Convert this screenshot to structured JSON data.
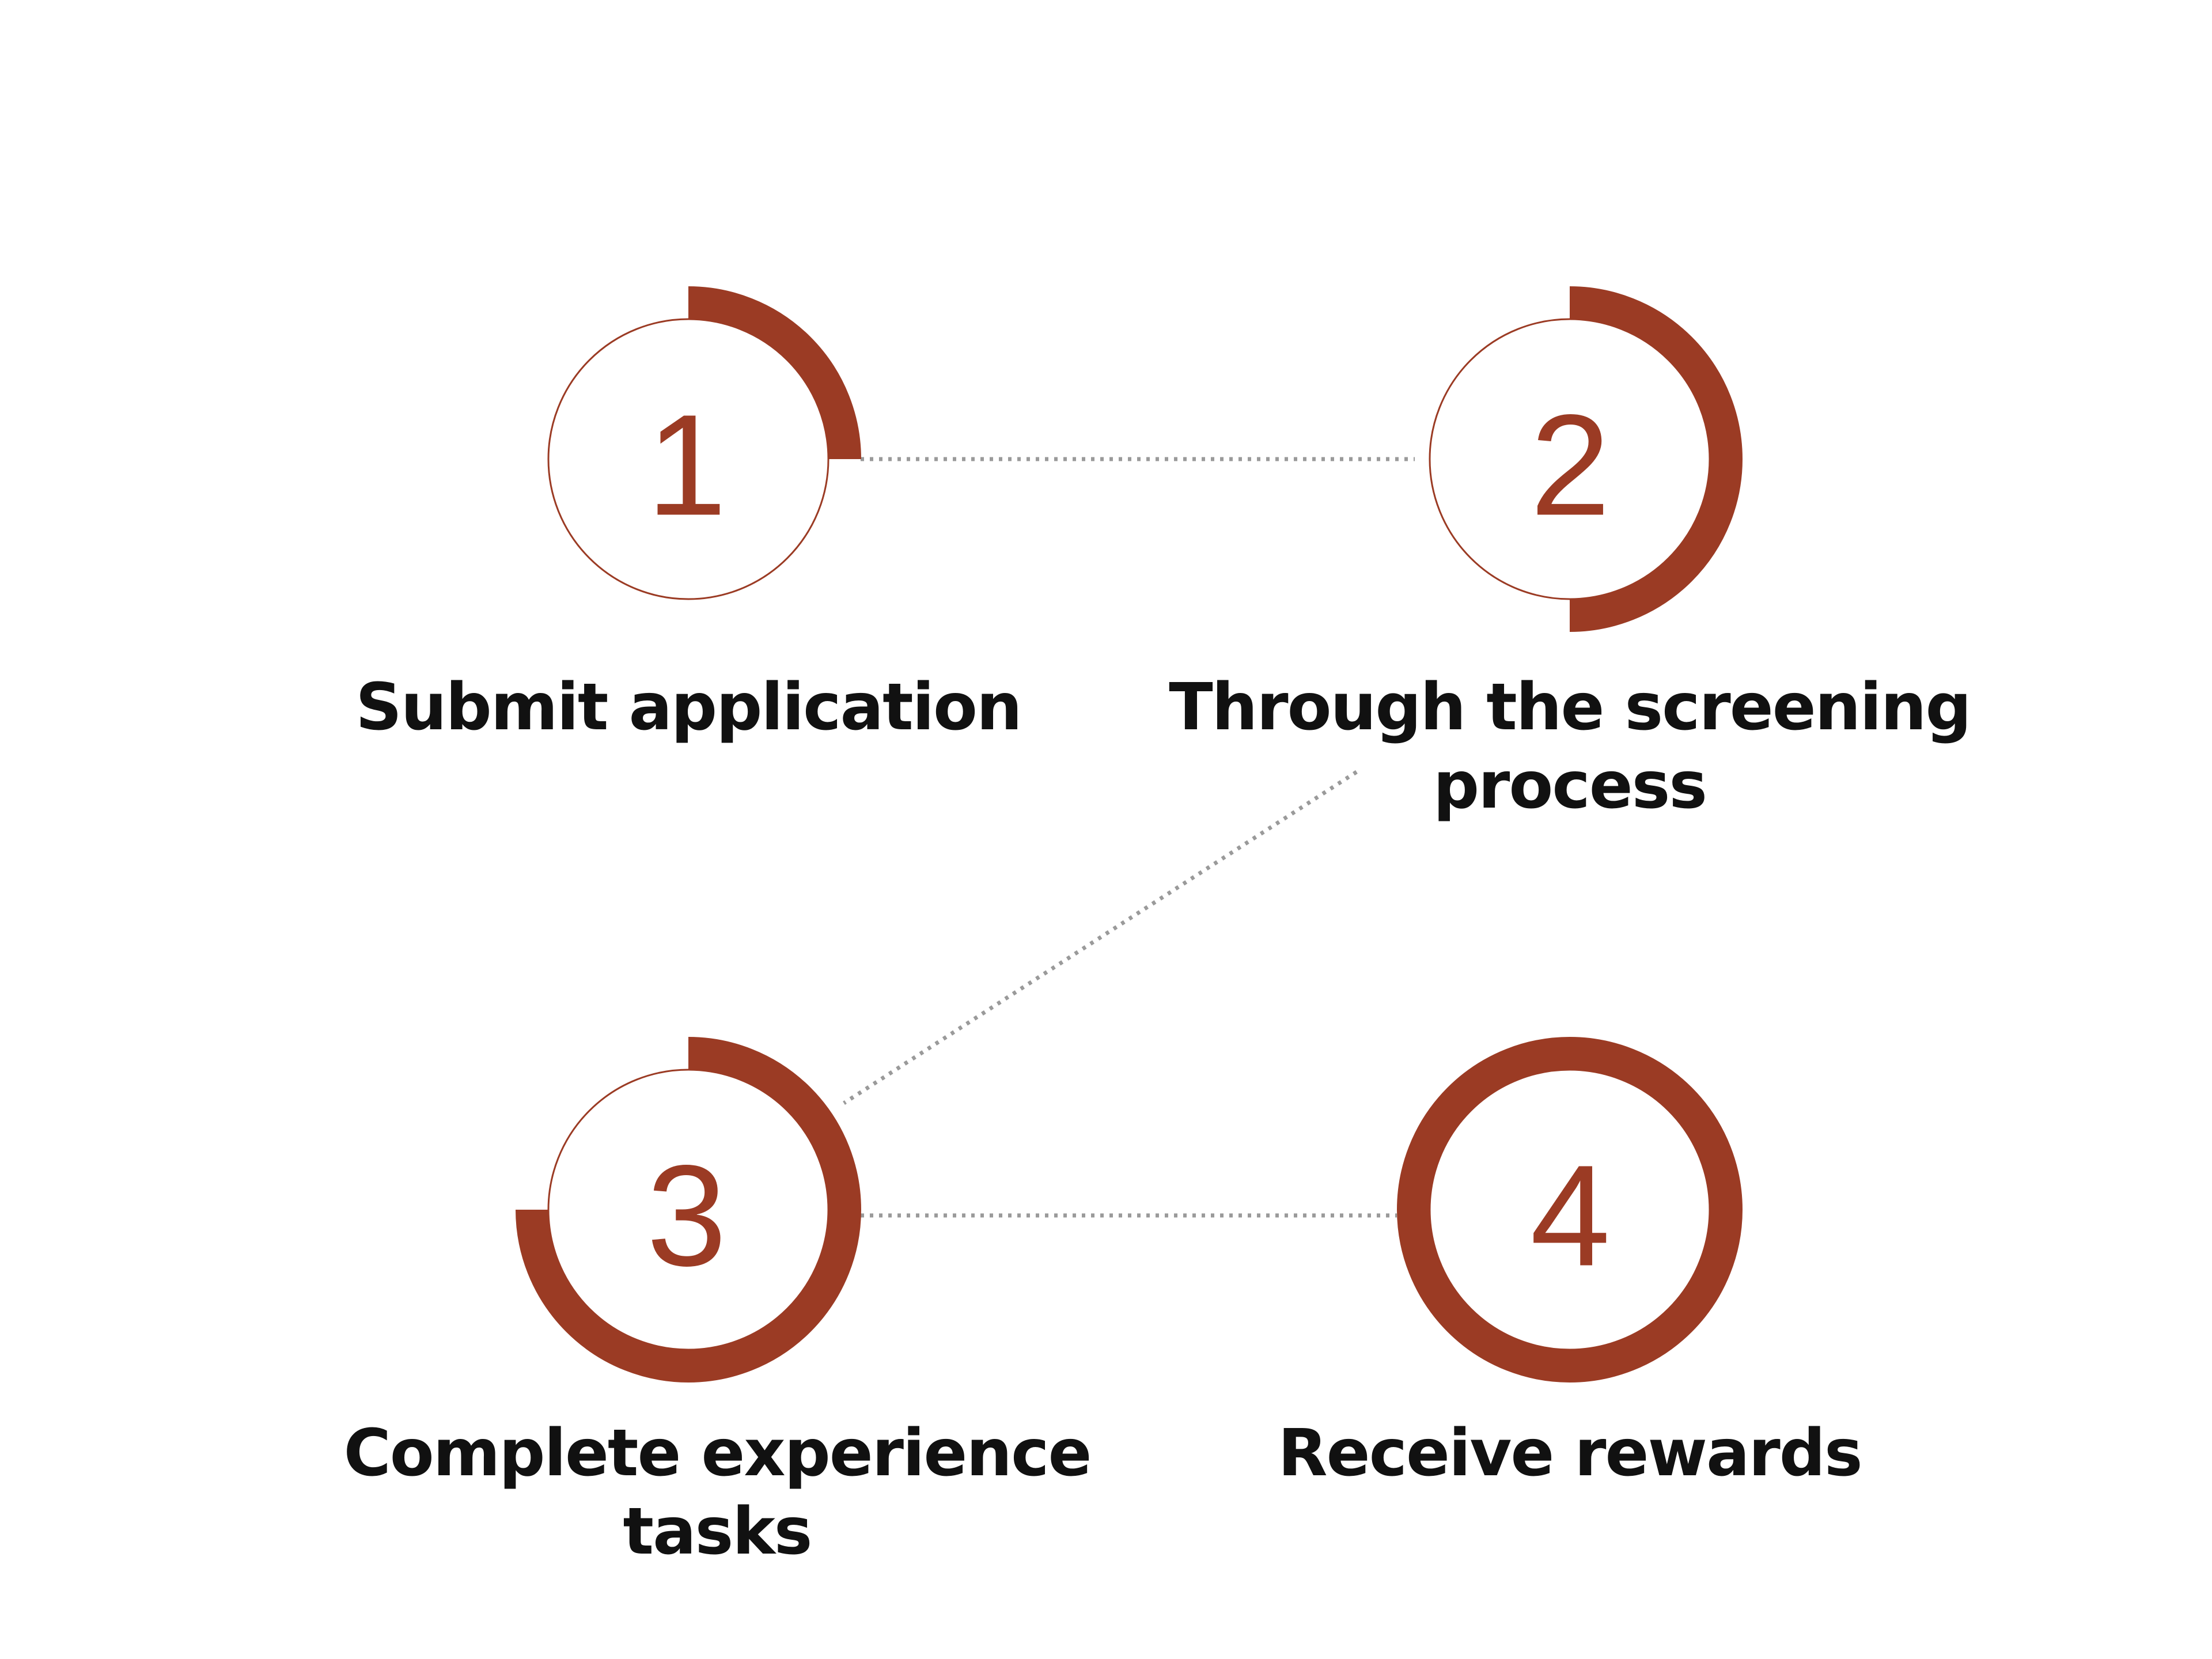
{
  "accent_color": "#9B3B24",
  "connector_color": "#9A9A9A",
  "steps": [
    {
      "number": "1",
      "label": "Submit application",
      "progress": 0.25
    },
    {
      "number": "2",
      "label": "Through the screening process",
      "progress": 0.5
    },
    {
      "number": "3",
      "label": "Complete experience tasks",
      "progress": 0.75
    },
    {
      "number": "4",
      "label": "Receive rewards",
      "progress": 1.0
    }
  ]
}
